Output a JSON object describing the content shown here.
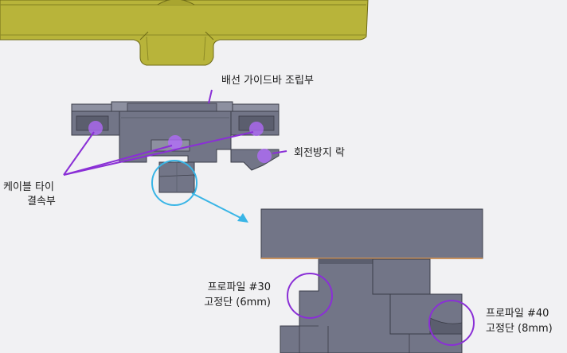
{
  "labels": {
    "guide_bar": "배선 가이드바 조립부",
    "anti_rotation": "회전방지 락",
    "cable_tie_line1": "케이블 타이",
    "cable_tie_line2": "결속부",
    "profile30_line1": "프로파일 #30",
    "profile30_line2": "고정단 (6mm)",
    "profile40_line1": "프로파일 #40",
    "profile40_line2": "고정단 (8mm)"
  },
  "colors": {
    "background": "#f1f1f3",
    "rail_olive": "#b8b43a",
    "part_gray": "#727587",
    "part_gray_dark": "#5b5e6e",
    "part_gray_light": "#8d90a0",
    "callout_purple": "#8a2fd6",
    "marker_purple": "#b46bff",
    "zoom_blue": "#39b5e6",
    "plate_edge": "#c9935f"
  }
}
